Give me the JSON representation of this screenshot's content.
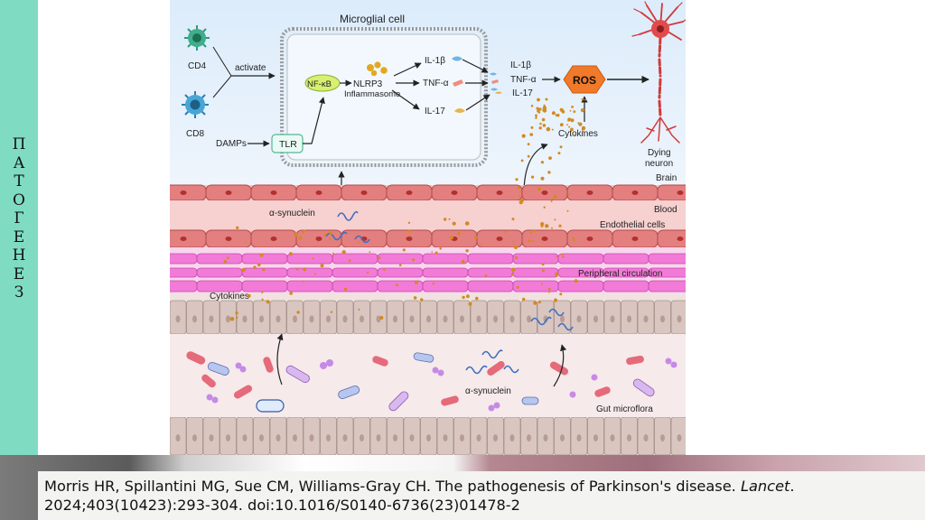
{
  "sidebar": {
    "letters": [
      "П",
      "А",
      "Т",
      "О",
      "Г",
      "Е",
      "Н",
      "Е",
      "З"
    ]
  },
  "diagram": {
    "microglia_title": "Microglial cell",
    "cd4": "CD4",
    "cd8": "CD8",
    "activate": "activate",
    "damps": "DAMPs",
    "tlr": "TLR",
    "nfkb": "NF-κB",
    "nlrp3": "NLRP3",
    "inflammasome": "Inflammasome",
    "il1b": "IL-1β",
    "tnfa": "TNF-α",
    "il17": "IL-17",
    "il1b_out": "IL-1β",
    "tnfa_out": "TNF-α",
    "il17_out": "IL-17",
    "ros": "ROS",
    "cytokines_brain": "Cytokines",
    "dying_neuron_1": "Dying",
    "dying_neuron_2": "neuron",
    "brain": "Brain",
    "alpha_syn_blood": "α-synuclein",
    "blood": "Blood",
    "endothelial": "Endothelial cells",
    "peripheral": "Peripheral circulation",
    "cytokines_gut": "Cytokines",
    "alpha_syn_gut": "α-synuclein",
    "gut_microflora": "Gut microflora"
  },
  "citation": {
    "part1": "Morris HR, Spillantini MG, Sue CM, Williams-Gray CH. The pathogenesis of Parkinson's disease. ",
    "journal": "Lancet",
    "part2": ". 2024;403(10423):293-304. doi:10.1016/S0140-6736(23)01478-2"
  },
  "colors": {
    "sidebar": "#7fdcc3",
    "brain_bg": "#dfeefa",
    "endothelial": "#e47f7f",
    "peripheral": "#f27bd8",
    "ros": "#f07a2a",
    "alpha_synuclein": "#3f6fc0",
    "cytokine_dot": "#d28a22"
  }
}
